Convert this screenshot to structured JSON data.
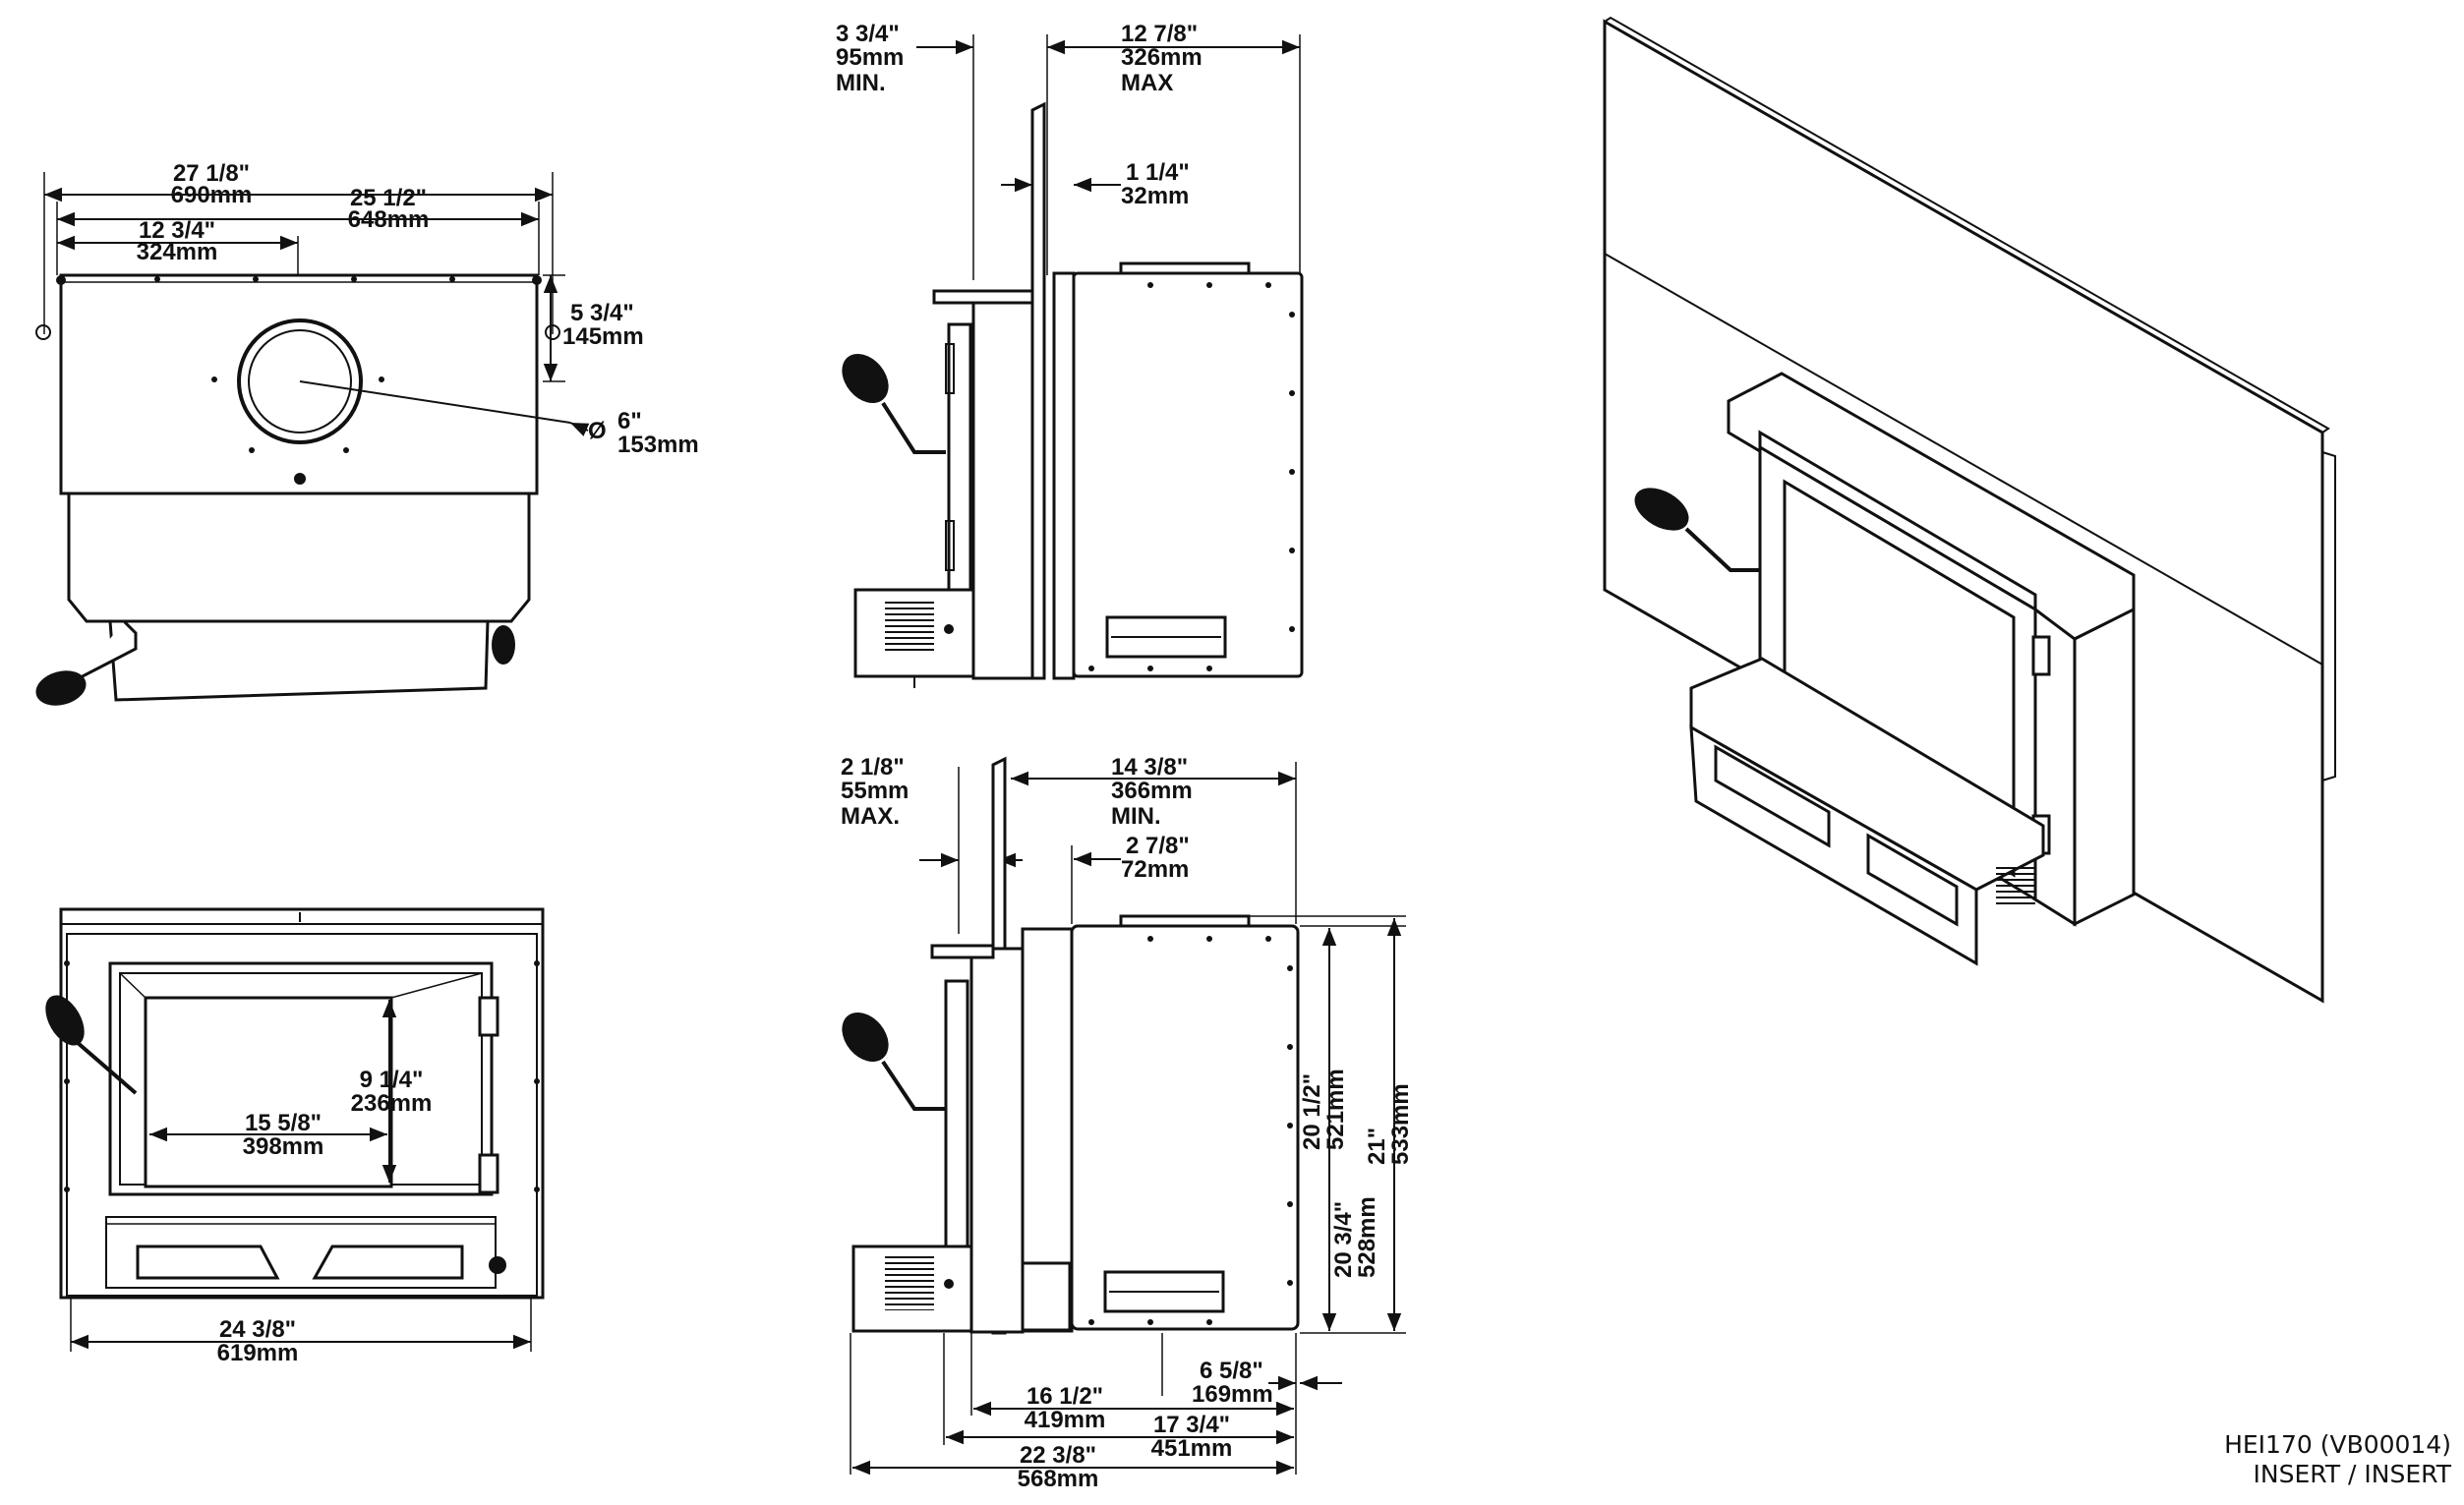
{
  "front_top_view": {
    "overall_width": [
      "27 1/8\"",
      "690mm"
    ],
    "inner_width": [
      "25 1/2\"",
      "648mm"
    ],
    "center_offset": [
      "12 3/4\"",
      "324mm"
    ],
    "depth_offset": [
      "5 3/4\"",
      "145mm"
    ],
    "flue_diameter": [
      "Ø",
      "6\"",
      "153mm"
    ]
  },
  "front_view": {
    "glass_height": [
      "9 1/4\"",
      "236mm"
    ],
    "glass_width": [
      "15 5/8\"",
      "398mm"
    ],
    "base_width": [
      "24 3/8\"",
      "619mm"
    ]
  },
  "side_view_top": {
    "min_clearance": [
      "3 3/4\"",
      "95mm",
      "MIN."
    ],
    "max_depth": [
      "12 7/8\"",
      "326mm",
      "MAX"
    ],
    "offset": [
      "1 1/4\"",
      "32mm"
    ]
  },
  "side_view_bottom": {
    "max_clearance": [
      "2 1/8\"",
      "55mm",
      "MAX."
    ],
    "min_depth": [
      "14 3/8\"",
      "366mm",
      "MIN."
    ],
    "offset": [
      "2 7/8\"",
      "72mm"
    ],
    "height_inner": [
      "20 1/2\"",
      "521mm"
    ],
    "height_outer": [
      "21\"",
      "533mm"
    ],
    "height_lower": [
      "20 3/4\"",
      "528mm"
    ],
    "depth_rear": [
      "6 5/8\"",
      "169mm"
    ],
    "depth_a": [
      "16 1/2\"",
      "419mm"
    ],
    "depth_b": [
      "17 3/4\"",
      "451mm"
    ],
    "depth_total": [
      "22 3/8\"",
      "568mm"
    ]
  },
  "title_block": {
    "model": "HEI170 (VB00014)",
    "type": "INSERT / INSERT"
  }
}
